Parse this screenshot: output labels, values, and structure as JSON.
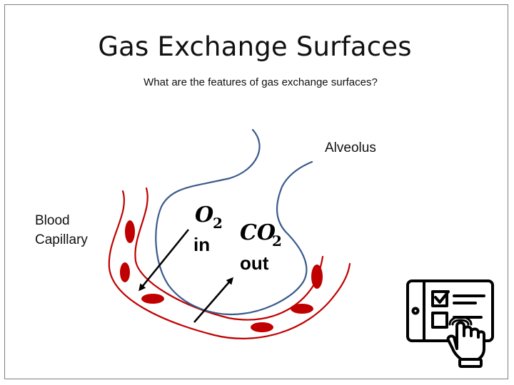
{
  "slide": {
    "title": "Gas Exchange Surfaces",
    "subtitle": "What are the features of gas exchange surfaces?"
  },
  "diagram": {
    "labels": {
      "alveolus": "Alveolus",
      "blood_capillary_line1": "Blood",
      "blood_capillary_line2": "Capillary",
      "o2_symbol": "O",
      "o2_subscript": "2",
      "o2_direction": "in",
      "co2_symbol": "CO",
      "co2_subscript": "2",
      "co2_direction": "out"
    },
    "colors": {
      "capillary": "#c00000",
      "alveolus": "#3a5a8c",
      "arrow": "#000000"
    }
  },
  "icons": {
    "activity_icon": "tablet-checklist-tap-icon"
  }
}
